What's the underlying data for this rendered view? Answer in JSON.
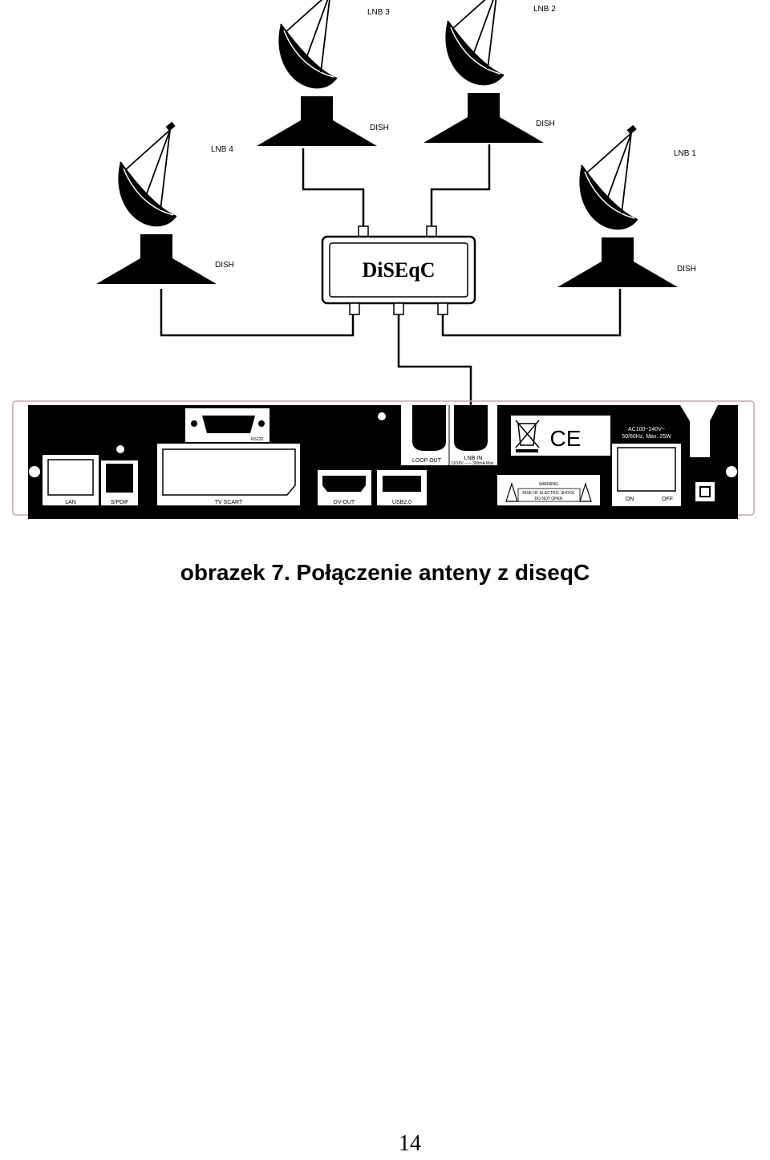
{
  "lnbs": [
    {
      "label": "LNB 3",
      "dish": "DISH"
    },
    {
      "label": "LNB 2",
      "dish": "DISH"
    },
    {
      "label": "LNB 4",
      "dish": "DISH"
    },
    {
      "label": "LNB 1",
      "dish": "DISH"
    }
  ],
  "switch": {
    "label": "DiSEqC"
  },
  "receiver": {
    "ports": {
      "rs232": "RS232",
      "lan": "LAN",
      "spdif": "S/PDIF",
      "scart": "TV SCART",
      "dvout": "DV-OUT",
      "usb": "USB2.0",
      "loop_out": "LOOP OUT",
      "lnb_in": "LNB IN",
      "lnb_in_spec": "13/18V ----- 300mA Max",
      "on": "ON",
      "off": "OFF"
    },
    "power_spec_1": "AC100~240V~",
    "power_spec_2": "50/60Hz, Max. 25W",
    "warning_title": "WARNING",
    "warning_line1": "RISK OF ELECTRIC SHOCK",
    "warning_line2": "DO NOT OPEN",
    "ce_mark": "CE"
  },
  "caption": "obrazek 7. Połączenie anteny z diseqC",
  "page_number": "14"
}
